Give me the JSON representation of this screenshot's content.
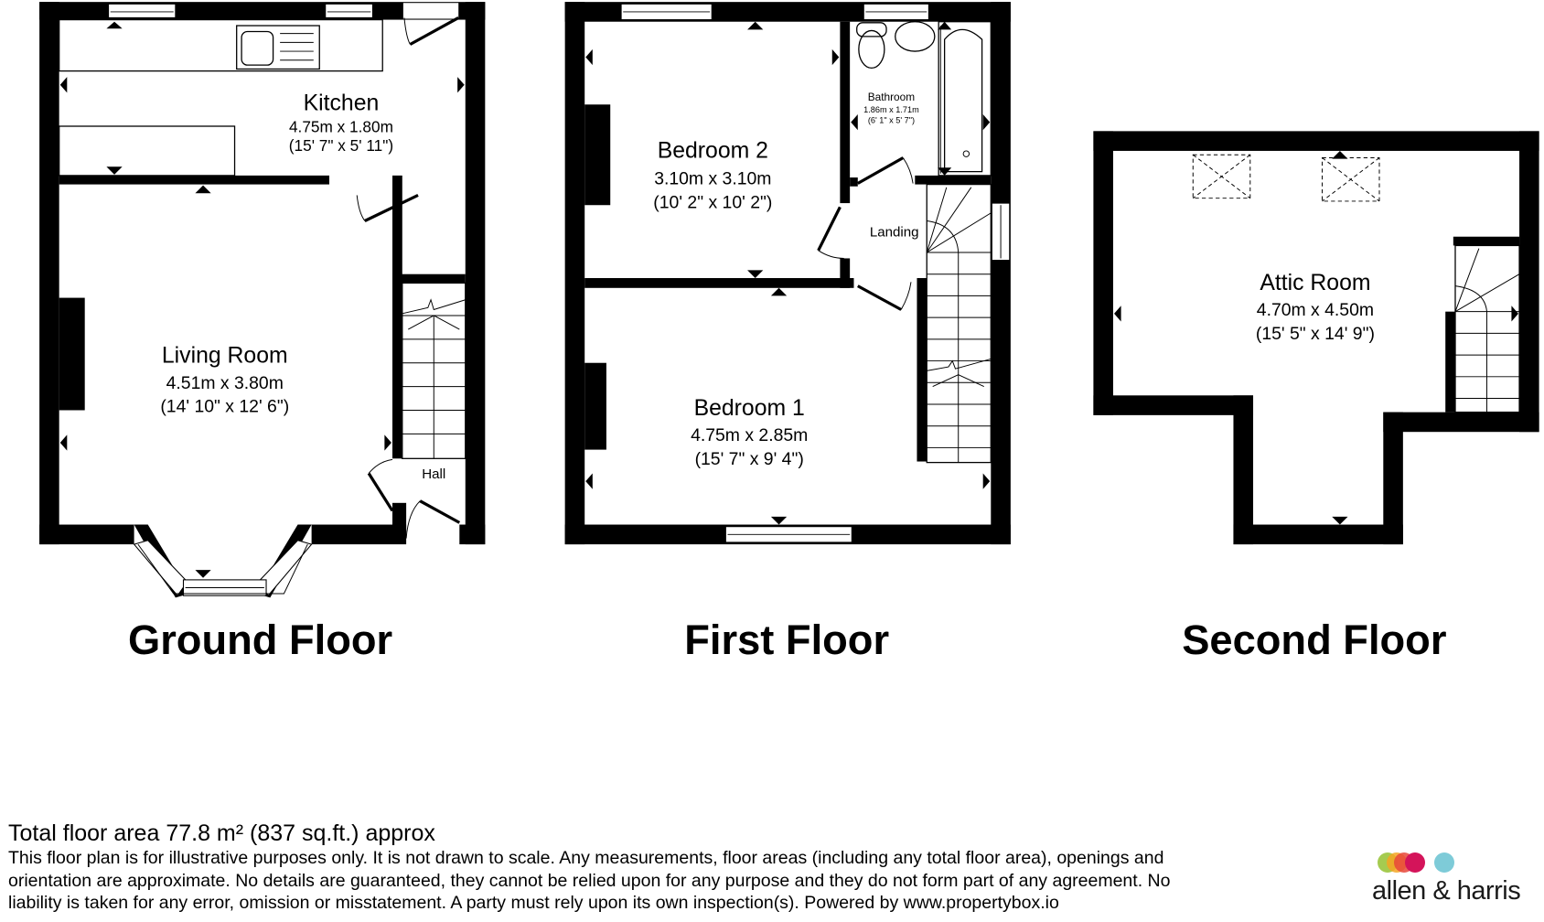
{
  "floors": [
    {
      "label": "Ground Floor",
      "rooms": [
        {
          "name": "Kitchen",
          "metric": "4.75m x 1.80m",
          "imperial": "(15' 7\" x 5' 11\")"
        },
        {
          "name": "Living Room",
          "metric": "4.51m x 3.80m",
          "imperial": "(14' 10\" x 12' 6\")"
        },
        {
          "name": "Hall"
        }
      ]
    },
    {
      "label": "First Floor",
      "rooms": [
        {
          "name": "Bedroom 2",
          "metric": "3.10m x 3.10m",
          "imperial": "(10' 2\" x 10' 2\")"
        },
        {
          "name": "Bathroom",
          "metric": "1.86m x 1.71m",
          "imperial": "(6' 1\" x 5' 7\")"
        },
        {
          "name": "Landing"
        },
        {
          "name": "Bedroom 1",
          "metric": "4.75m x 2.85m",
          "imperial": "(15' 7\" x 9' 4\")"
        }
      ]
    },
    {
      "label": "Second Floor",
      "rooms": [
        {
          "name": "Attic Room",
          "metric": "4.70m x 4.50m",
          "imperial": "(15' 5\" x 14' 9\")"
        }
      ]
    }
  ],
  "footer": {
    "total_area": "Total floor area 77.8 m² (837 sq.ft.) approx",
    "disclaimer_lines": [
      "This floor plan is for illustrative purposes only. It is not drawn to scale. Any measurements, floor areas (including any total floor area), openings and",
      "orientation are approximate. No details are guaranteed, they cannot be relied upon for any purpose and they do not form part of any agreement. No",
      "liability is taken for any error, omission or misstatement. A party must rely upon its own inspection(s). Powered by www.propertybox.io"
    ]
  },
  "logo": {
    "text": "allen & harris",
    "colors": [
      "#9bc53d",
      "#f5a623",
      "#e8473a",
      "#d4145a",
      "#7ecbd8"
    ]
  }
}
